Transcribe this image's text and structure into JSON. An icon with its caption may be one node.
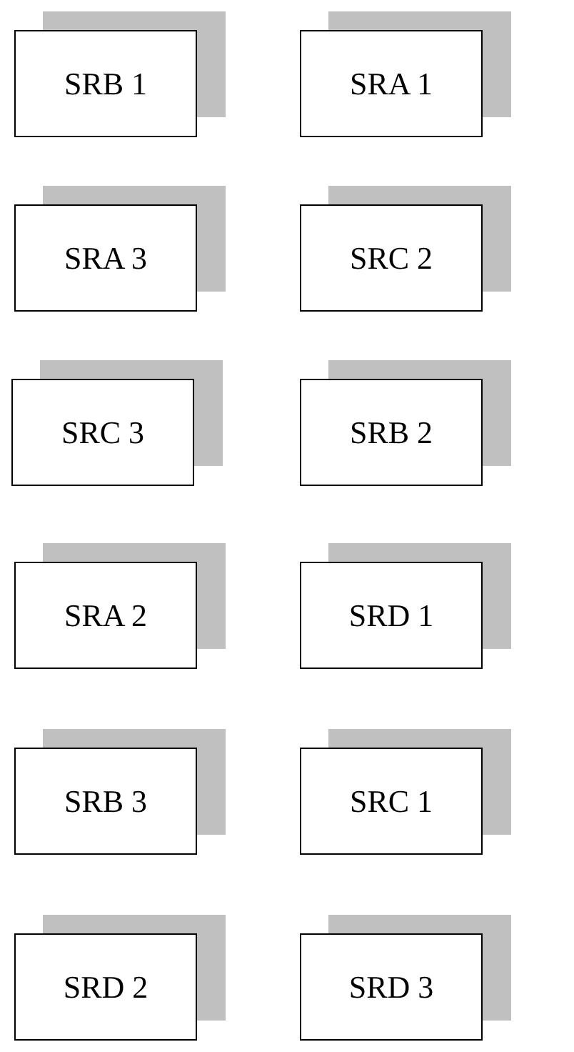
{
  "diagram": {
    "nodes": [
      {
        "text": [
          "SRB 1"
        ]
      },
      {
        "text": [
          "SRA 1"
        ]
      },
      {
        "text": [
          "SRA 3"
        ]
      },
      {
        "text": [
          "SRC 2"
        ]
      },
      {
        "text": [
          "SRC 3"
        ]
      },
      {
        "text": [
          "SRB 2"
        ]
      },
      {
        "text": [
          "SRA 2"
        ]
      },
      {
        "text": [
          "SRD 1"
        ]
      },
      {
        "text": [
          "SRB 3"
        ]
      },
      {
        "text": [
          "SRC 1"
        ]
      },
      {
        "text": [
          "SRD 2"
        ]
      },
      {
        "text": [
          "SRD 3"
        ]
      }
    ]
  }
}
